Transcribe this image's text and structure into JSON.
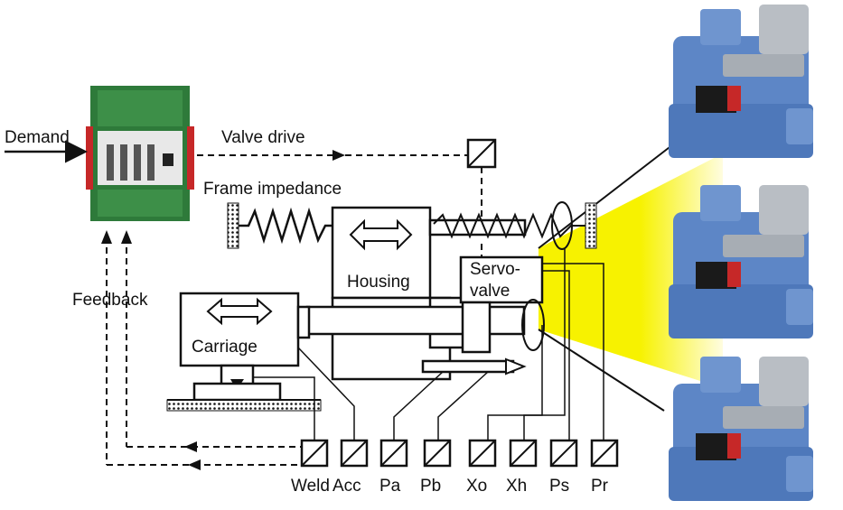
{
  "labels": {
    "demand": "Demand",
    "valve_drive": "Valve drive",
    "frame_impedance": "Frame impedance",
    "feedback": "Feedback",
    "housing": "Housing",
    "carriage": "Carriage",
    "servo_line1": "Servo-",
    "servo_line2": "valve"
  },
  "sensors": [
    {
      "label": "Weld"
    },
    {
      "label": "Acc"
    },
    {
      "label": "Pa"
    },
    {
      "label": "Pb"
    },
    {
      "label": "Xo"
    },
    {
      "label": "Xh"
    },
    {
      "label": "Ps"
    },
    {
      "label": "Pr"
    }
  ],
  "colors": {
    "highlight_yellow": "#f7f200",
    "valve_blue": "#5d86c6",
    "valve_gray": "#b9bec4",
    "controller_green": "#2e7a3a",
    "controller_red": "#c62828"
  },
  "icons": {
    "demand_arrow": "arrow-right-icon",
    "double_arrow": "double-headed-arrow-icon",
    "transducer": "transducer-box-icon"
  }
}
